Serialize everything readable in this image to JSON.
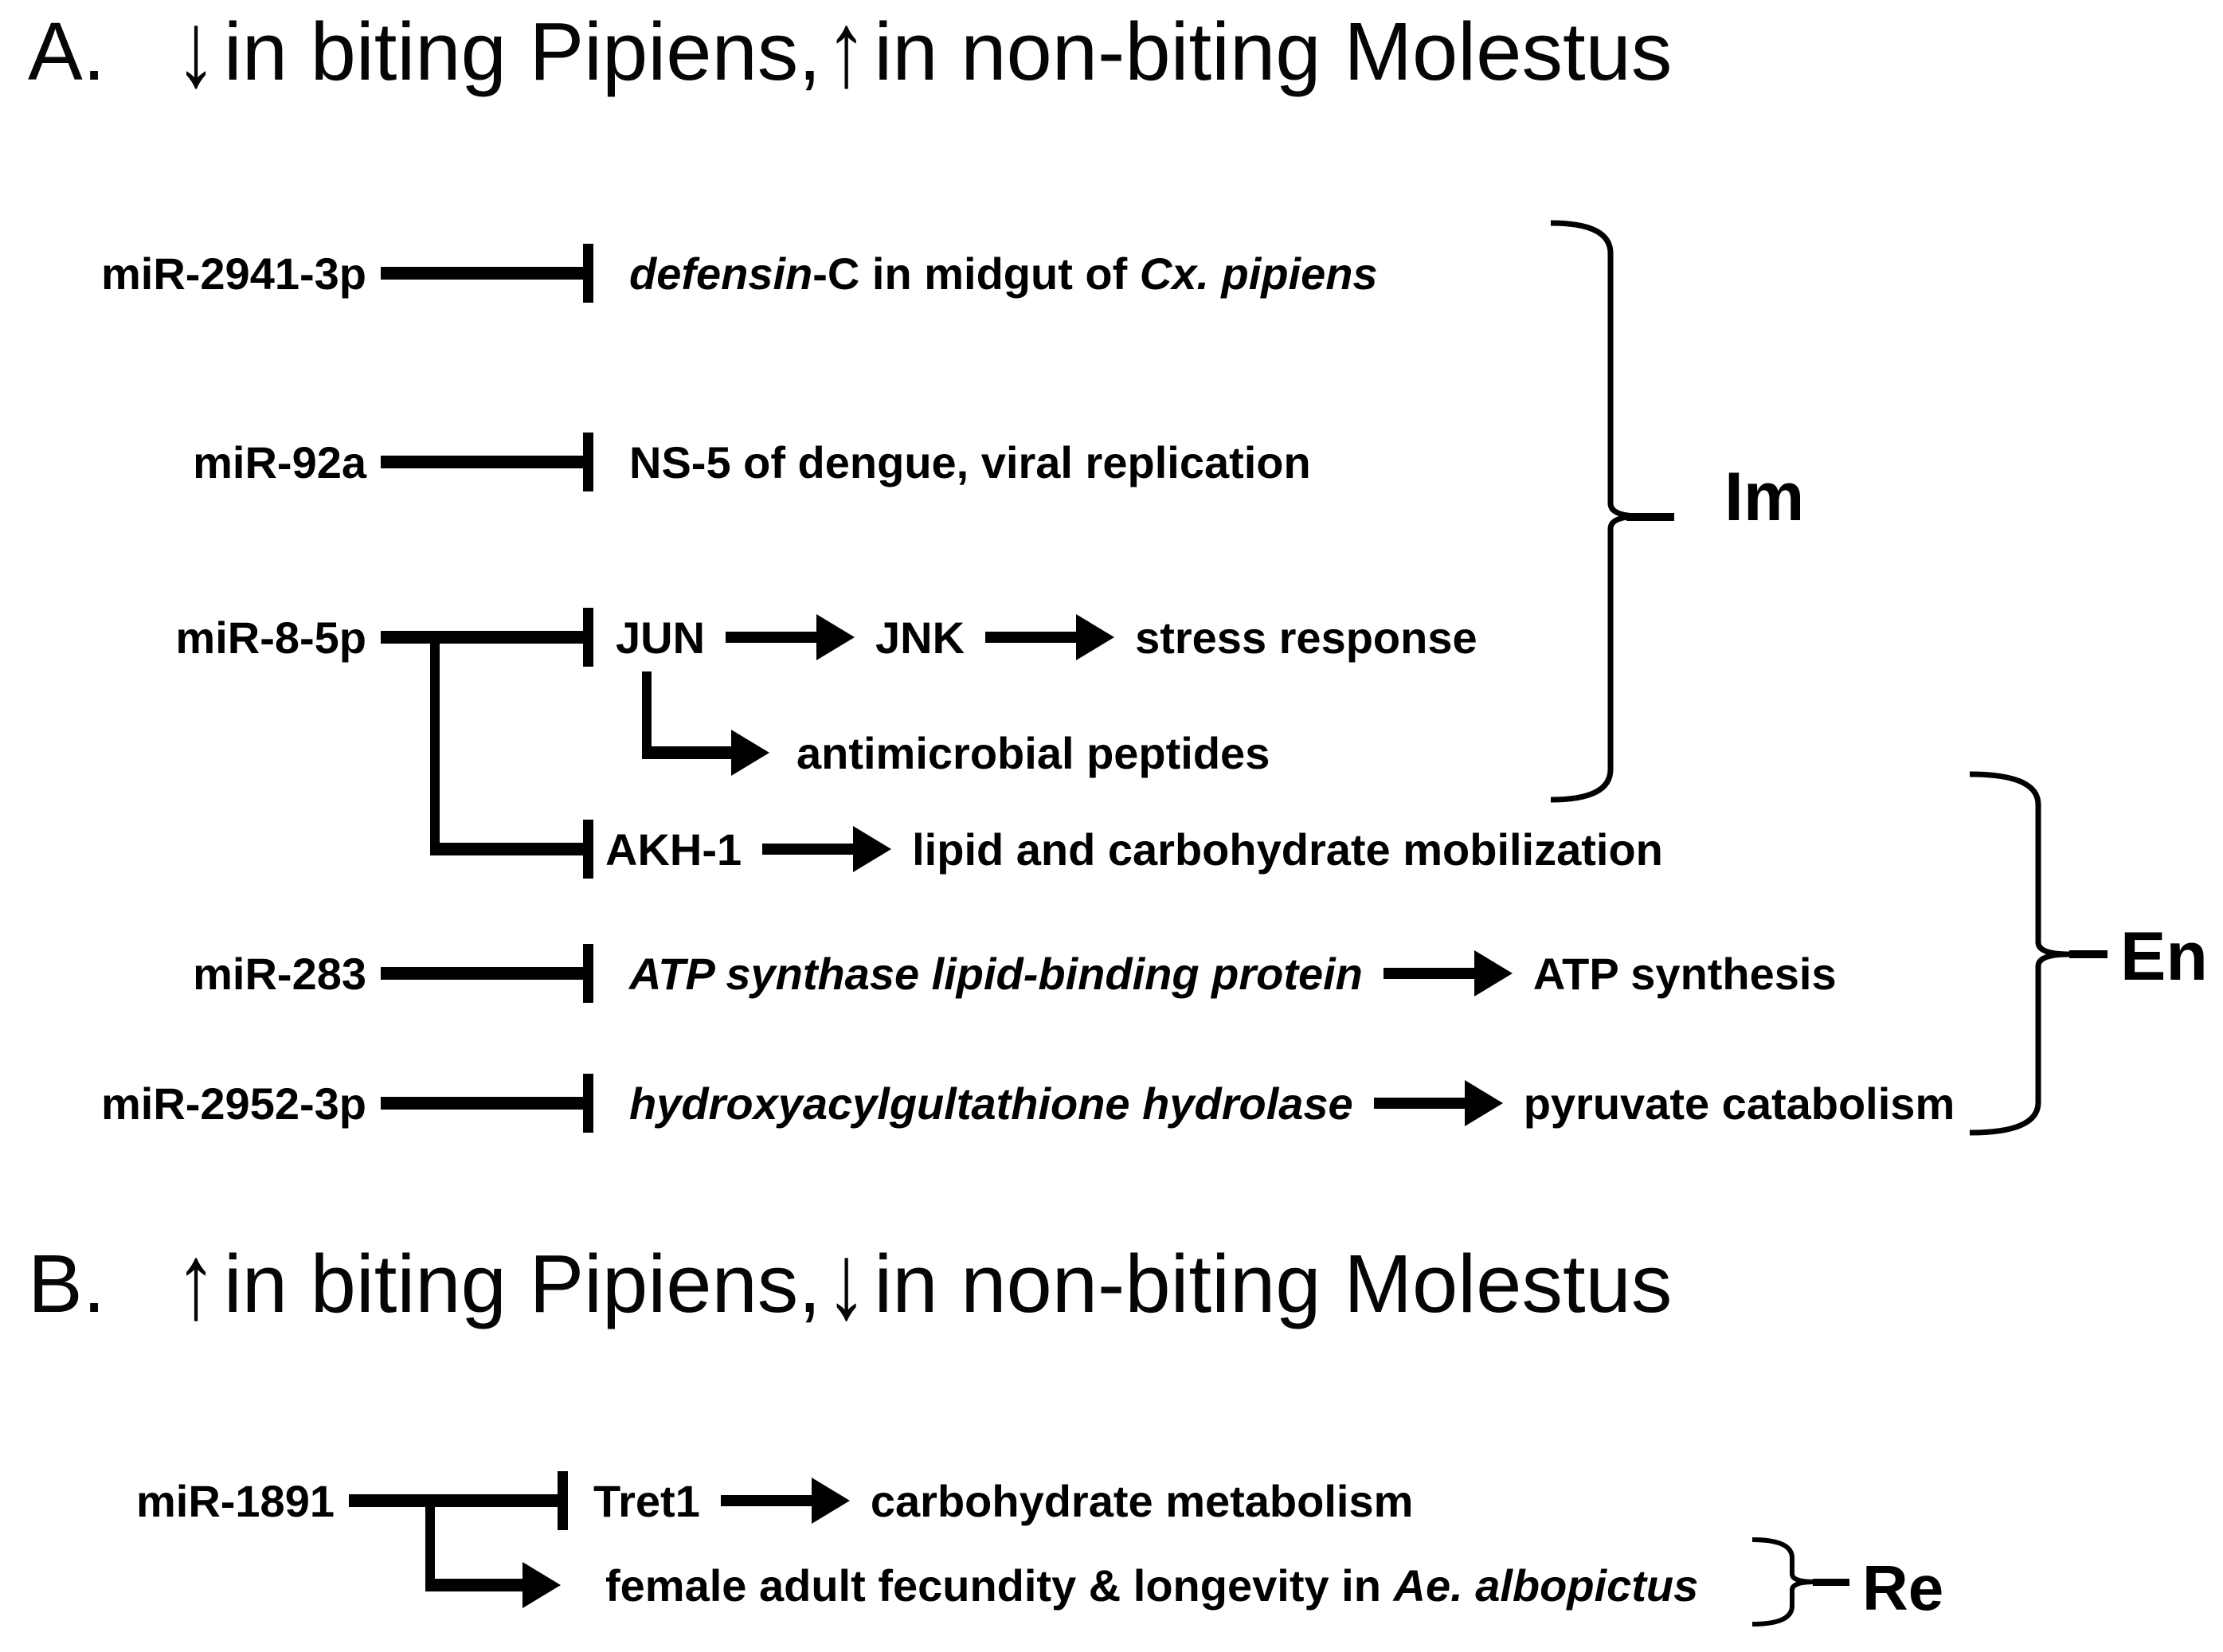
{
  "colors": {
    "ink": "#000000",
    "background": "#ffffff"
  },
  "titles": {
    "a": {
      "index": "A.",
      "arrow1": "↓",
      "text1": "in biting Pipiens,",
      "arrow2": "↑",
      "text2": "in non-biting Molestus"
    },
    "b": {
      "index": "B.",
      "arrow1": "↑",
      "text1": "in biting Pipiens,",
      "arrow2": "↓",
      "text2": "in non-biting Molestus"
    }
  },
  "sectionA": {
    "row1": {
      "mirna": "miR-2941-3p",
      "gene": "defensin",
      "suffix": "-C in midgut of ",
      "species": "Cx. pipiens"
    },
    "row2": {
      "mirna": "miR-92a",
      "target": "NS-5 of dengue, viral replication"
    },
    "row3": {
      "mirna": "miR-8-5p",
      "gene": "JUN",
      "kinase": "JNK",
      "outcome": "stress response"
    },
    "row3branch": {
      "outcome": "antimicrobial peptides"
    },
    "row4": {
      "gene": "AKH-1",
      "outcome": "lipid and carbohydrate mobilization"
    },
    "row5": {
      "mirna": "miR-283",
      "gene": "ATP synthase lipid-binding protein",
      "outcome": "ATP synthesis"
    },
    "row6": {
      "mirna": "miR-2952-3p",
      "gene": "hydroxyacylgultathione hydrolase",
      "outcome": "pyruvate catabolism"
    }
  },
  "sectionB": {
    "row1": {
      "mirna": "miR-1891",
      "gene": "Tret1",
      "outcome": "carbohydrate metabolism"
    },
    "row1branch": {
      "outcome": "female adult fecundity & longevity in ",
      "species": "Ae. albopictus"
    }
  },
  "braces": {
    "immunity": "Im",
    "energy": "En",
    "reproduction": "Re"
  }
}
